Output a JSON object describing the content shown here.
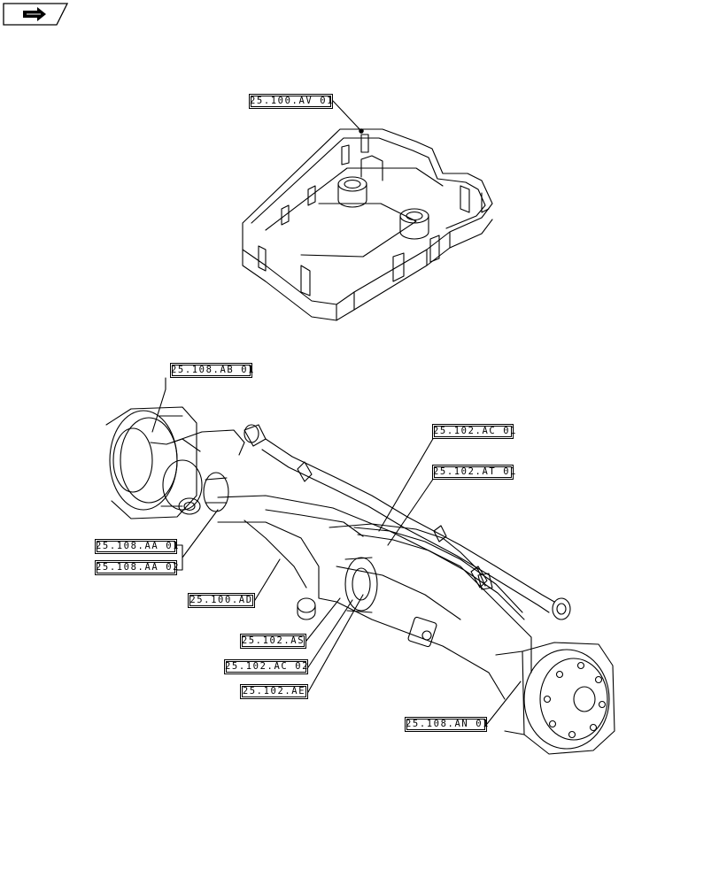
{
  "nav": {
    "icon": "next-page-arrow-icon"
  },
  "callouts": [
    {
      "id": "frame",
      "text": "25.100.AV 01"
    },
    {
      "id": "brake-left",
      "text": "25.108.AB 01"
    },
    {
      "id": "axle-pivot",
      "text": "25.102.AC 01"
    },
    {
      "id": "steering",
      "text": "25.102.AT 01"
    },
    {
      "id": "hub-1",
      "text": "25.108.AA 01"
    },
    {
      "id": "hub-2",
      "text": "25.108.AA 02"
    },
    {
      "id": "housing",
      "text": "25.100.AD"
    },
    {
      "id": "diff",
      "text": "25.102.AS"
    },
    {
      "id": "pivot-2",
      "text": "25.102.AC 02"
    },
    {
      "id": "diff-lock",
      "text": "25.102.AE"
    },
    {
      "id": "brake-right",
      "text": "25.108.AN 01"
    }
  ],
  "colors": {
    "line": "#000000",
    "background": "#ffffff"
  }
}
